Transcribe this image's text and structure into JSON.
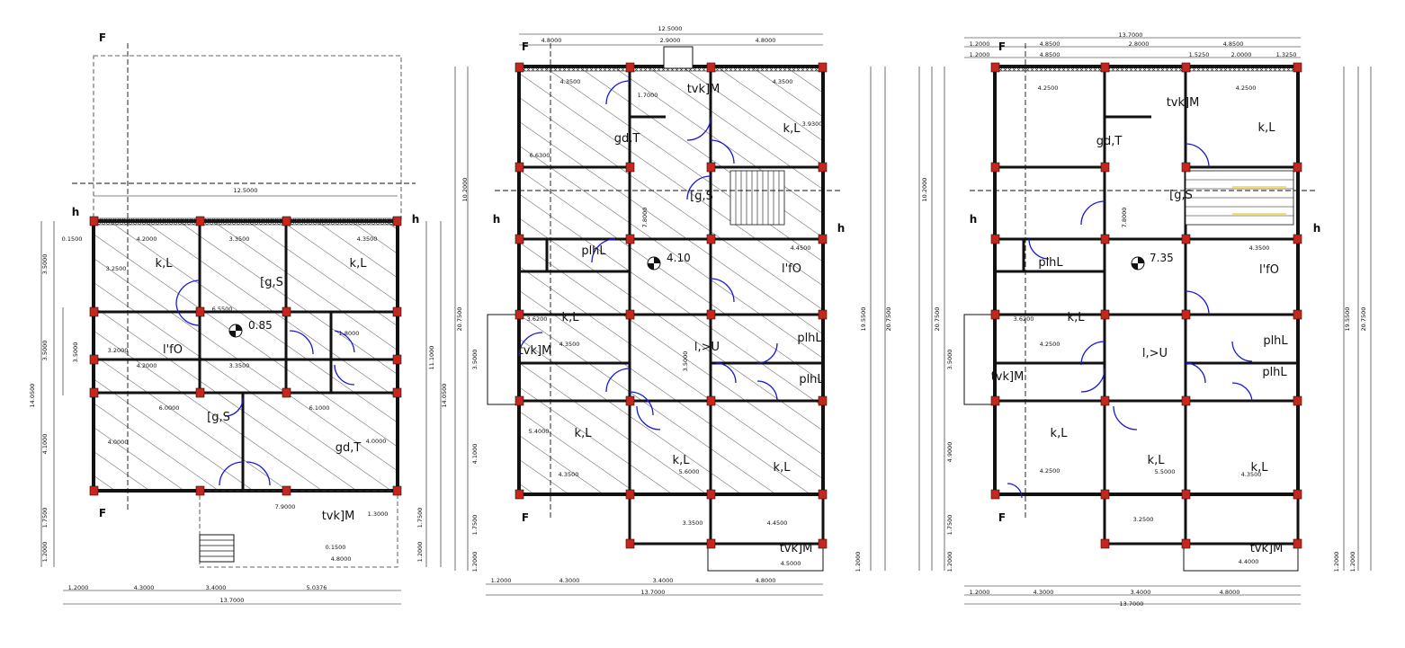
{
  "colors": {
    "wall": "#c8c8a8",
    "column": "#c8261c",
    "door": "#1a1ad6",
    "ink": "#111111",
    "arrow": "#f0d000"
  },
  "plans": [
    {
      "id": "plan1",
      "level": "0.85",
      "section_labels": [
        "F",
        "F",
        "h",
        "h"
      ],
      "rooms": [
        {
          "label": "k,L"
        },
        {
          "label": "k,L"
        },
        {
          "label": "[g,S"
        },
        {
          "label": "l'fO"
        },
        {
          "label": "[g,S"
        },
        {
          "label": "gd,T"
        },
        {
          "label": "tvk]M"
        }
      ],
      "dims": [
        "12.5000",
        "4.2000",
        "3.3500",
        "4.3500",
        "0.1500",
        "6.5500",
        "4.0000",
        "3.2500",
        "3.2000",
        "4.2000",
        "3.3500",
        "6.0000",
        "6.1000",
        "4.0000",
        "7.9000",
        "1.3000",
        "1.8000",
        "4.8000",
        "0.1500",
        "1.2000",
        "4.3000",
        "3.4000",
        "5.0376",
        "13.7000",
        "3.5000",
        "3.5000",
        "14.0500",
        "4.1000",
        "1.7500",
        "1.2000",
        "11.1000",
        "14.0500",
        "1.7500",
        "1.2000",
        "3.5000"
      ]
    },
    {
      "id": "plan2",
      "level": "4.10",
      "section_labels": [
        "F",
        "F",
        "h",
        "h"
      ],
      "rooms": [
        {
          "label": "tvk]M"
        },
        {
          "label": "gd,T"
        },
        {
          "label": "k,L"
        },
        {
          "label": "[g,S"
        },
        {
          "label": "plhL"
        },
        {
          "label": "l'fO"
        },
        {
          "label": "k,L"
        },
        {
          "label": "l,>U"
        },
        {
          "label": "plhL"
        },
        {
          "label": "tvk]M"
        },
        {
          "label": "plhL"
        },
        {
          "label": "k,L"
        },
        {
          "label": "k,L"
        },
        {
          "label": "k,L"
        },
        {
          "label": "tvk]M"
        }
      ],
      "dims": [
        "12.5000",
        "4.8000",
        "2.9000",
        "4.8000",
        "4.3500",
        "4.3500",
        "1.7000",
        "3.9300",
        "6.6300",
        "7.8000",
        "4.4500",
        "3.6200",
        "4.3500",
        "3.5000",
        "5.4000",
        "4.3500",
        "5.6000",
        "3.3500",
        "4.4500",
        "4.5000",
        "1.2000",
        "4.3000",
        "3.4000",
        "4.8000",
        "13.7000",
        "20.7500",
        "10.2000",
        "3.5000",
        "4.1000",
        "1.7500",
        "1.2000",
        "19.5500",
        "20.7500",
        "1.2000"
      ]
    },
    {
      "id": "plan3",
      "level": "7.35",
      "section_labels": [
        "F",
        "F",
        "h",
        "h"
      ],
      "rooms": [
        {
          "label": "tvk]M"
        },
        {
          "label": "gd,T"
        },
        {
          "label": "k,L"
        },
        {
          "label": "[g,S"
        },
        {
          "label": "plhL"
        },
        {
          "label": "l'fO"
        },
        {
          "label": "k,L"
        },
        {
          "label": "l,>U"
        },
        {
          "label": "plhL"
        },
        {
          "label": "tvk]M"
        },
        {
          "label": "plhL"
        },
        {
          "label": "k,L"
        },
        {
          "label": "k,L"
        },
        {
          "label": "k,L"
        },
        {
          "label": "tvk]M"
        }
      ],
      "dims": [
        "13.7000",
        "1.2000",
        "4.8500",
        "2.8000",
        "4.8500",
        "1.2000",
        "4.8500",
        "1.5250",
        "2.0000",
        "1.3250",
        "4.2500",
        "4.2500",
        "7.8000",
        "4.3500",
        "3.6200",
        "4.2500",
        "4.2500",
        "5.5000",
        "4.3500",
        "3.2500",
        "4.4000",
        "1.2000",
        "4.3000",
        "3.4000",
        "4.8000",
        "13.7000",
        "20.7500",
        "10.2000",
        "3.5000",
        "4.9000",
        "1.7500",
        "1.2000",
        "19.5500",
        "20.7500",
        "1.2000",
        "1.2000"
      ]
    }
  ]
}
